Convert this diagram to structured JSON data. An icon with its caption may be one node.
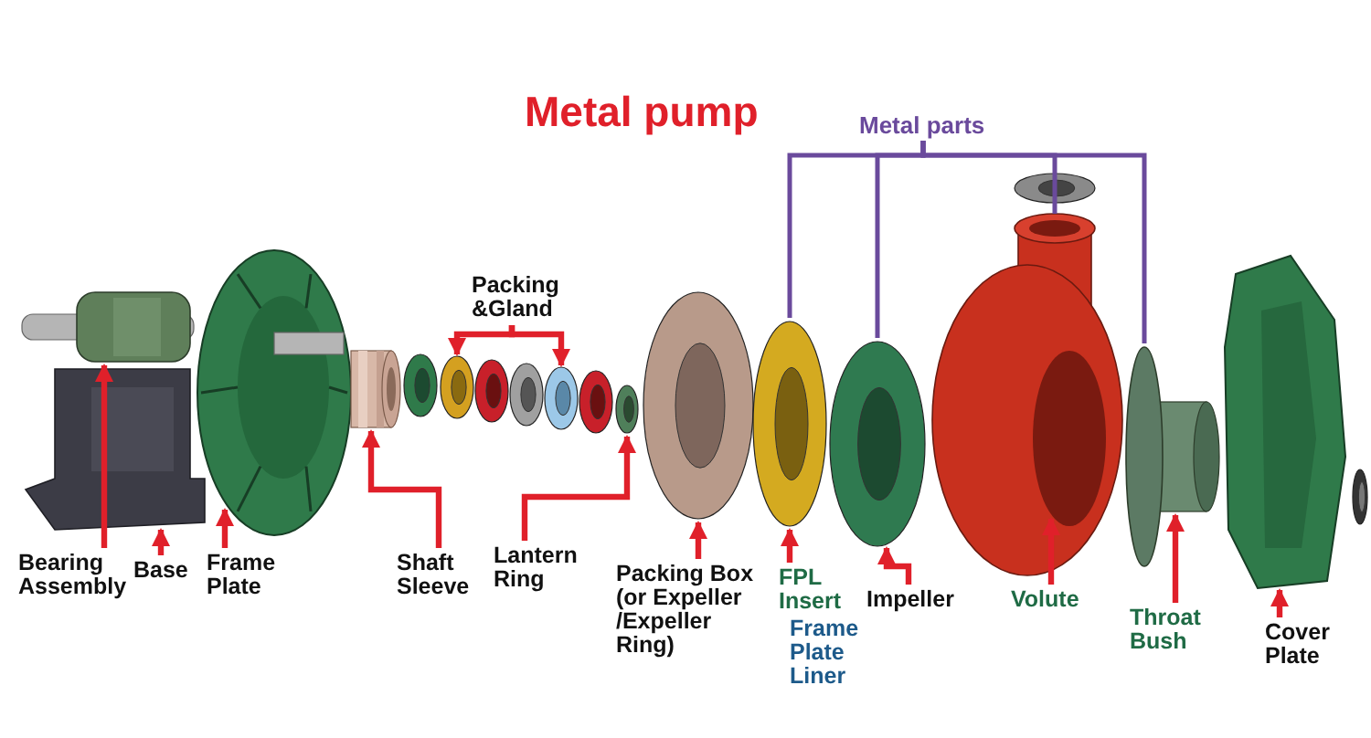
{
  "diagram": {
    "title": "Metal pump",
    "nodes": [
      {
        "text": [
          "Bearing Assembly"
        ]
      },
      {
        "text": [
          "Base"
        ]
      },
      {
        "text": [
          "Frame Plate"
        ]
      },
      {
        "text": [
          "Packing &Gland"
        ]
      },
      {
        "text": [
          "Shaft Sleeve"
        ]
      },
      {
        "text": [
          "Lantern Ring"
        ]
      },
      {
        "text": [
          "Packing Box (or Expeller /Expeller Ring)"
        ]
      },
      {
        "text": [
          "FPL Insert"
        ]
      },
      {
        "text": [
          "Impeller"
        ]
      },
      {
        "text": [
          "Volute"
        ]
      },
      {
        "text": [
          "Throat Bush"
        ]
      },
      {
        "text": [
          "Cover Plate"
        ]
      },
      {
        "text": [
          "Metal parts"
        ]
      },
      {
        "text": [],
        "shape": "picture"
      },
      {
        "text": [],
        "shape": "picture"
      },
      {
        "text": [],
        "shape": "picture"
      },
      {
        "text": [],
        "shape": "picture"
      },
      {
        "text": [],
        "shape": "picture"
      },
      {
        "text": [],
        "shape": "picture"
      },
      {
        "text": [],
        "shape": "picture"
      },
      {
        "text": [],
        "shape": "picture"
      },
      {
        "text": [],
        "shape": "picture"
      },
      {
        "text": [],
        "shape": "picture"
      },
      {
        "text": [],
        "shape": "picture"
      },
      {
        "text": [],
        "shape": "picture"
      },
      {
        "text": [],
        "shape": "picture"
      }
    ],
    "edges": [
      {
        "from": 0,
        "to": 13,
        "arrow": "to"
      },
      {
        "from": 1,
        "to": 14,
        "arrow": "to"
      },
      {
        "from": 2,
        "to": 15,
        "arrow": "to"
      },
      {
        "from": 3,
        "to": 17,
        "arrow": "to"
      },
      {
        "from": 3,
        "to": 18,
        "arrow": "to"
      },
      {
        "from": 4,
        "to": 16,
        "arrow": "to"
      },
      {
        "from": 5,
        "to": 19,
        "arrow": "to"
      },
      {
        "from": 6,
        "to": 20,
        "arrow": "to"
      },
      {
        "from": 7,
        "to": 21,
        "arrow": "to"
      },
      {
        "from": 8,
        "to": 22,
        "arrow": "to"
      },
      {
        "from": 9,
        "to": 23,
        "arrow": "to"
      },
      {
        "from": 10,
        "to": 24,
        "arrow": "to"
      },
      {
        "from": 11,
        "to": 25,
        "arrow": "to"
      },
      {
        "from": 12,
        "to": 21,
        "arrow": "none",
        "color": "#6a4a9c"
      },
      {
        "from": 12,
        "to": 22,
        "arrow": "none",
        "color": "#6a4a9c"
      },
      {
        "from": 12,
        "to": 23,
        "arrow": "none",
        "color": "#6a4a9c"
      },
      {
        "from": 12,
        "to": 24,
        "arrow": "none",
        "color": "#6a4a9c"
      }
    ],
    "labels": [
      "Frame Plate Liner"
    ]
  }
}
